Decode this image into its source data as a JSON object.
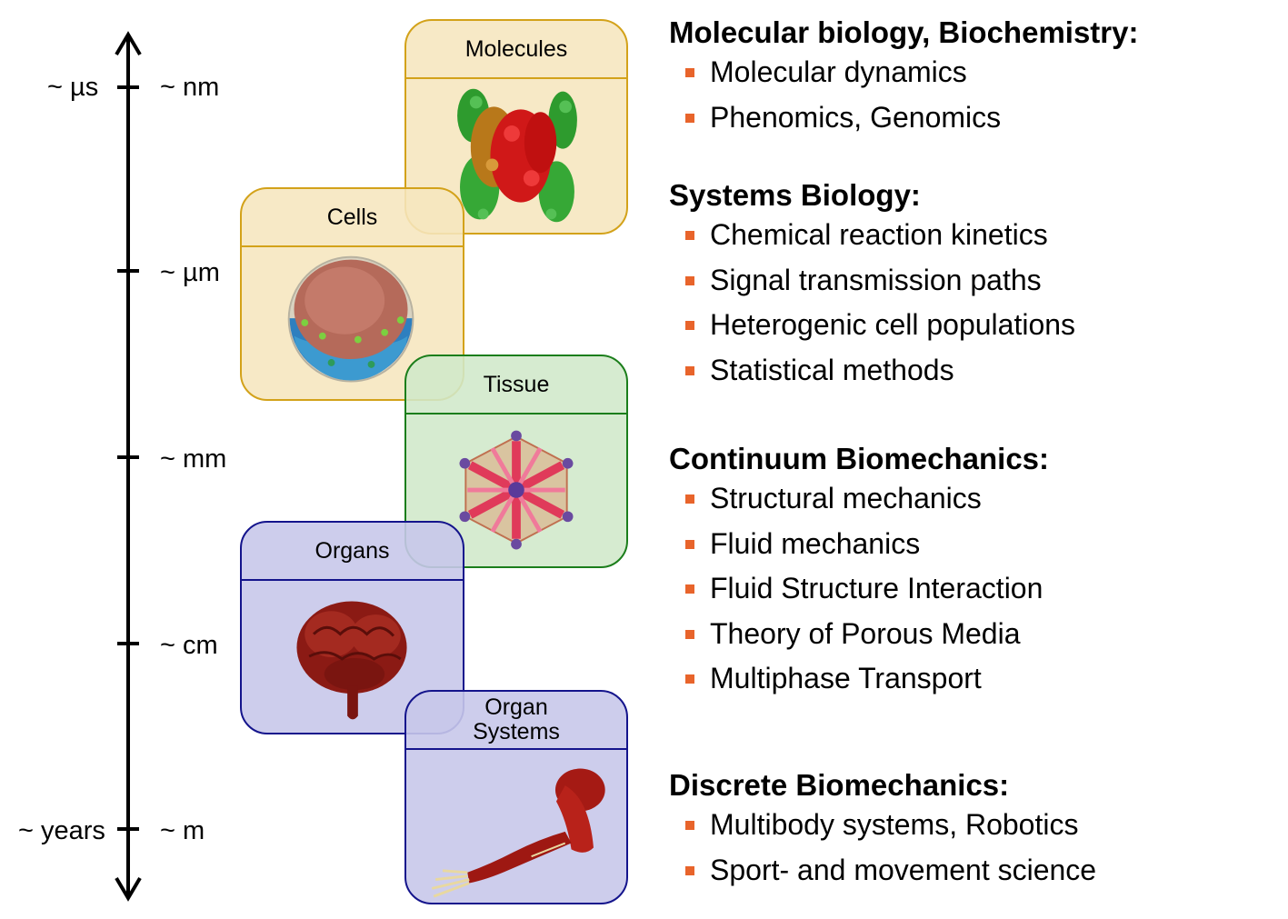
{
  "scale": {
    "time_labels": [
      "~ µs",
      "~ years"
    ],
    "length_labels": [
      "~ nm",
      "~ µm",
      "~ mm",
      "~ cm",
      "~ m"
    ]
  },
  "cards": [
    {
      "key": "molecules",
      "label": "Molecules",
      "icon": "protein-molecule-icon"
    },
    {
      "key": "cells",
      "label": "Cells",
      "icon": "cell-sphere-icon"
    },
    {
      "key": "tissue",
      "label": "Tissue",
      "icon": "tissue-lobule-icon"
    },
    {
      "key": "organs",
      "label": "Organs",
      "icon": "brain-icon"
    },
    {
      "key": "organ_systems",
      "label_lines": [
        "Organ",
        "Systems"
      ],
      "icon": "arm-muscles-icon"
    }
  ],
  "sections": [
    {
      "title": "Molecular biology, Biochemistry:",
      "items": [
        "Molecular dynamics",
        "Phenomics, Genomics"
      ]
    },
    {
      "title": "Systems Biology:",
      "items": [
        "Chemical reaction kinetics",
        "Signal transmission paths",
        "Heterogenic cell populations",
        "Statistical methods"
      ]
    },
    {
      "title": "Continuum Biomechanics:",
      "items": [
        "Structural mechanics",
        "Fluid mechanics",
        "Fluid Structure Interaction",
        "Theory of Porous Media",
        "Multiphase Transport"
      ]
    },
    {
      "title": "Discrete Biomechanics:",
      "items": [
        "Multibody systems, Robotics",
        "Sport- and movement science"
      ]
    }
  ],
  "colors": {
    "bullet": "#e8642b",
    "yellow_border": "#d3a21a",
    "green_border": "#1b7e1b",
    "blue_border": "#14148c"
  }
}
